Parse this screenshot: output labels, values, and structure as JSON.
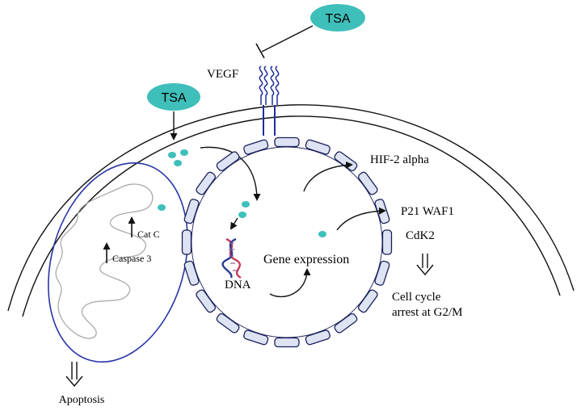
{
  "labels": {
    "tsa_top": "TSA",
    "tsa_membrane": "TSA",
    "vegf": "VEGF",
    "hif": "HIF-2 alpha",
    "p21": "P21 WAF1",
    "cdk2": "CdK2",
    "cell_cycle_line1": "Cell cycle",
    "cell_cycle_line2": "arrest at G2/M",
    "gene_expression": "Gene expression",
    "dna": "DNA",
    "cat_c": "Cat C",
    "caspase3": "Caspase 3",
    "apoptosis": "Apoptosis"
  },
  "colors": {
    "tsa_fill": "#3fbfba",
    "dot_fill": "#3fbfba",
    "receptor": "#1f2f9a",
    "mito_outline": "#2a35a8",
    "nucleus_fill": "#dde3f2",
    "nucleus_stroke": "#1a1f5a",
    "cristae": "#aaaaaa",
    "line": "#111111"
  }
}
